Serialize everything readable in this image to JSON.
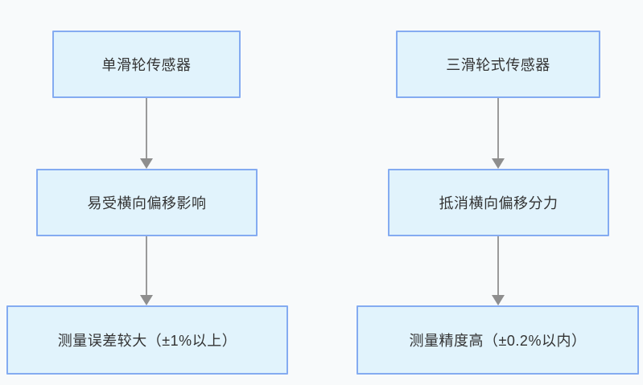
{
  "diagram": {
    "type": "flowchart",
    "orientation": "two parallel vertical flows, top to bottom",
    "columns": [
      {
        "name": "single-pulley-flow",
        "nodes": [
          "单滑轮传感器",
          "易受横向偏移影响",
          "测量误差较大（±1%以上）"
        ]
      },
      {
        "name": "three-pulley-flow",
        "nodes": [
          "三滑轮式传感器",
          "抵消横向偏移分力",
          "测量精度高（±0.2%以内）"
        ]
      }
    ],
    "connections": [
      {
        "from": "单滑轮传感器",
        "to": "易受横向偏移影响"
      },
      {
        "from": "易受横向偏移影响",
        "to": "测量误差较大（±1%以上）"
      },
      {
        "from": "三滑轮式传感器",
        "to": "抵消横向偏移分力"
      },
      {
        "from": "抵消横向偏移分力",
        "to": "测量精度高（±0.2%以内）"
      }
    ],
    "colors": {
      "background": "#f8fafb",
      "node_fill": "#e1f3fc",
      "node_border": "#84abf1",
      "text": "#333333",
      "arrow_line": "#9a9a9a",
      "arrow_head": "#8e8e8e"
    }
  }
}
